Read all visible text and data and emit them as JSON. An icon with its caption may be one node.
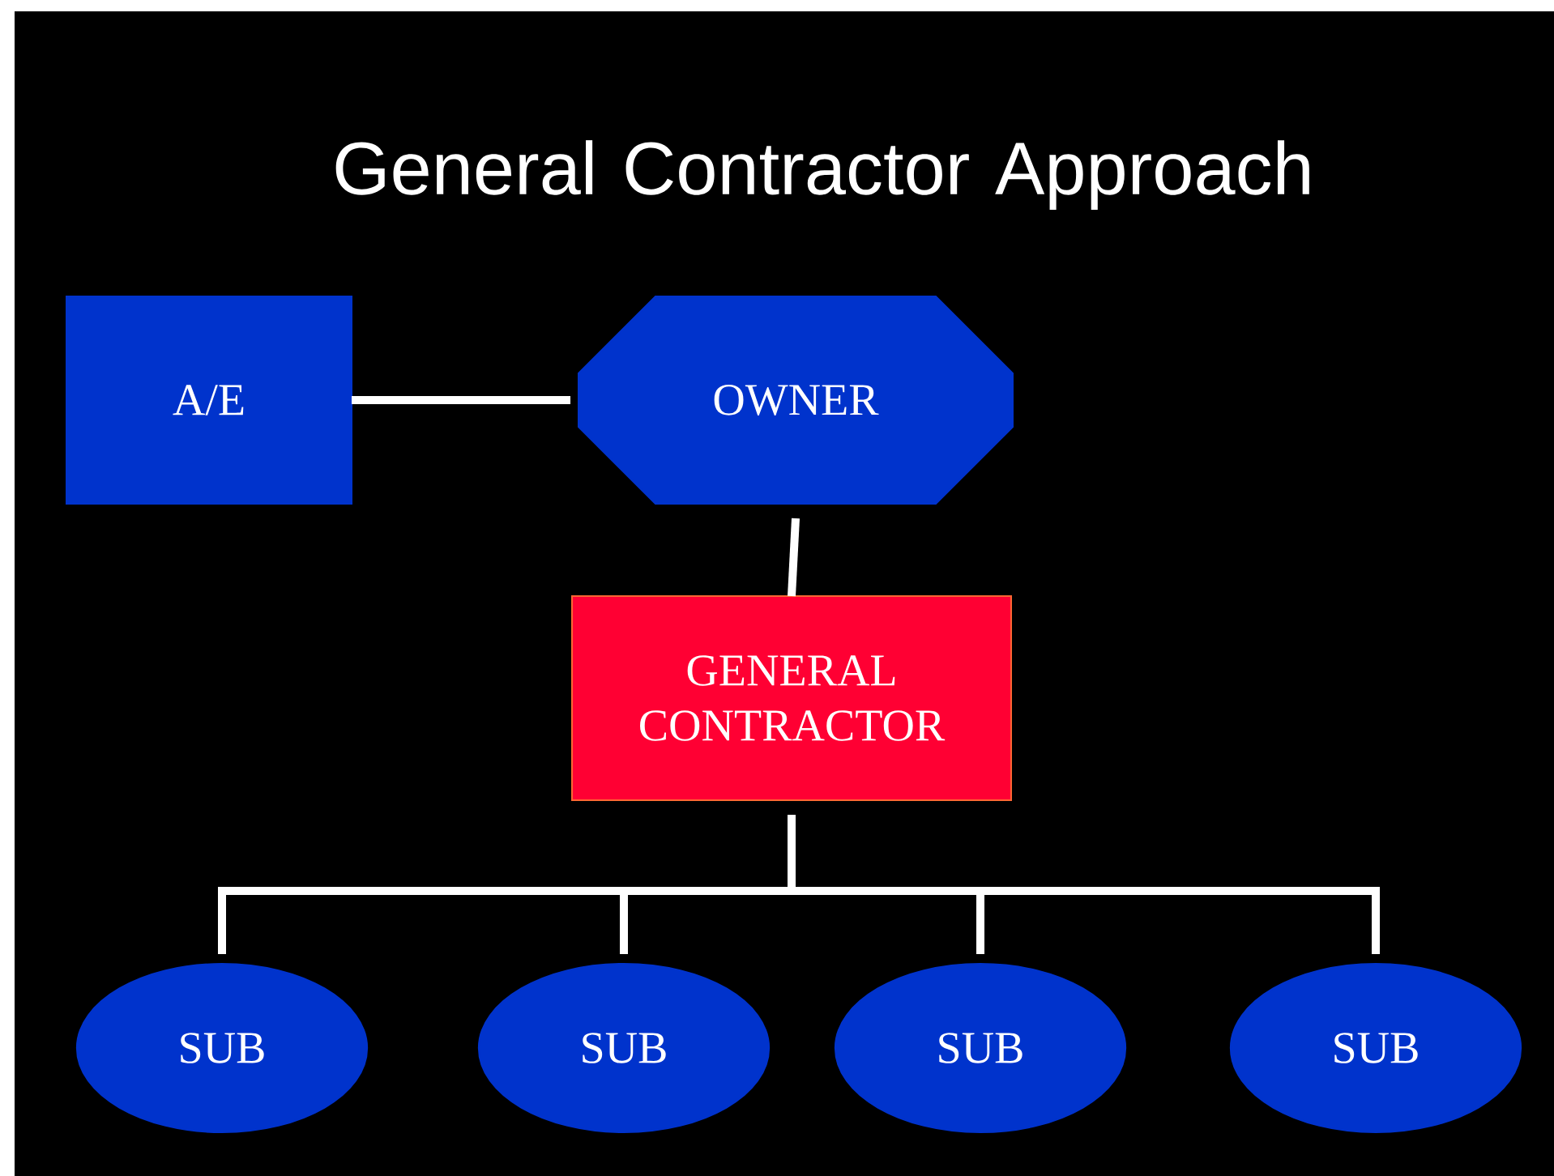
{
  "diagram": {
    "title": "General Contractor Approach",
    "nodes": [
      {
        "text": [
          "A/E"
        ]
      },
      {
        "text": [
          "OWNER"
        ]
      },
      {
        "text": [
          "GENERAL CONTRACTOR"
        ]
      },
      {
        "text": [
          "SUB"
        ]
      },
      {
        "text": [
          "SUB"
        ]
      },
      {
        "text": [
          "SUB"
        ]
      },
      {
        "text": [
          "SUB"
        ]
      }
    ],
    "edges": [
      {
        "from": 0,
        "to": 1,
        "arrow": "none"
      },
      {
        "from": 1,
        "to": 2,
        "arrow": "none"
      },
      {
        "from": 2,
        "to": 3,
        "arrow": "none"
      },
      {
        "from": 2,
        "to": 4,
        "arrow": "none"
      },
      {
        "from": 2,
        "to": 5,
        "arrow": "none"
      },
      {
        "from": 2,
        "to": 6,
        "arrow": "none"
      }
    ]
  }
}
